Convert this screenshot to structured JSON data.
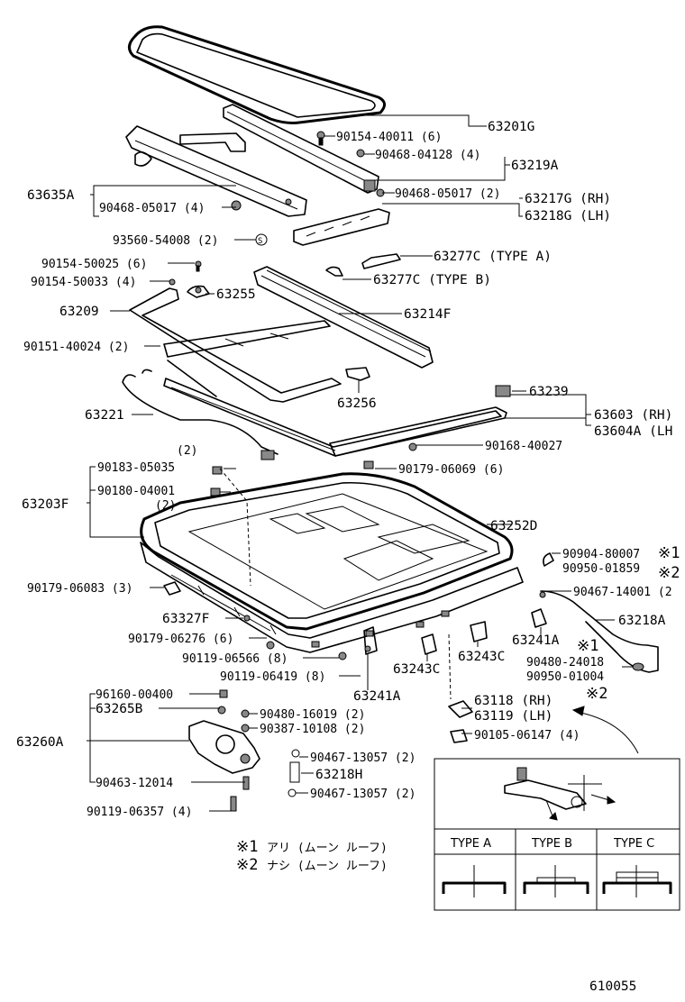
{
  "diagram_id": "610055",
  "callouts": {
    "c63201G": "63201G",
    "c90154_40011": "90154-40011 (6)",
    "c90468_04128": "90468-04128 (4)",
    "c63219A": "63219A",
    "c63635A": "63635A",
    "c90468_05017a": "90468-05017 (4)",
    "c90468_05017b": "90468-05017 (2)",
    "c63217G": "63217G (RH)",
    "c63218G": "63218G (LH)",
    "c93560_54008": "93560-54008 (2)",
    "c63277C_A": "63277C (TYPE  A)",
    "c90154_50025": "90154-50025 (6)",
    "c90154_50033": "90154-50033 (4)",
    "c63277C_B": "63277C (TYPE  B)",
    "c63255": "63255",
    "c63209": "63209",
    "c63214F": "63214F",
    "c90151_40024": "90151-40024 (2)",
    "c63239": "63239",
    "c63256": "63256",
    "c63603": "63603 (RH)",
    "c63604A": "63604A (LH",
    "c63221": "63221",
    "c90168_40027": "90168-40027",
    "c2a": "(2)",
    "c90183_05035": "90183-05035",
    "c90179_06069": "90179-06069 (6)",
    "c90180_04001": "90180-04001",
    "c2b": "(2)",
    "c63203F": "63203F",
    "c63252D": "63252D",
    "c90904_80007": "90904-80007",
    "m1a": "※1",
    "c90950_01859": "90950-01859",
    "m2a": "※2",
    "c90179_06083": "90179-06083 (3)",
    "c90467_14001": "90467-14001 (2",
    "c63218A": "63218A",
    "c63327F": "63327F",
    "c90179_06276": "90179-06276 (6)",
    "c63241A_a": "63241A",
    "m1b": "※1",
    "c90119_06566": "90119-06566 (8)",
    "c63243C_a": "63243C",
    "c63243C_b": "63243C",
    "c90480_24018": "90480-24018",
    "c90950_01004": "90950-01004",
    "m2b": "※2",
    "c90119_06419": "90119-06419 (8)",
    "c63241A_b": "63241A",
    "c96160_00400": "96160-00400",
    "c63265B": "63265B",
    "c63118": "63118 (RH)",
    "c63119": "63119 (LH)",
    "c90480_16019": "90480-16019 (2)",
    "c90387_10108": "90387-10108 (2)",
    "c90105_06147": "90105-06147 (4)",
    "c63260A": "63260A",
    "c90467_13057a": "90467-13057 (2)",
    "c63218H": "63218H",
    "c90463_12014": "90463-12014",
    "c90467_13057b": "90467-13057 (2)",
    "c90119_06357": "90119-06357 (4)"
  },
  "notes": {
    "n1_mark": "※1",
    "n1_text": "アリ (ムーン  ルーフ)",
    "n2_mark": "※2",
    "n2_text": "ナシ (ムーン  ルーフ)"
  },
  "type_table": {
    "headers": [
      "TYPE A",
      "TYPE B",
      "TYPE C"
    ]
  }
}
